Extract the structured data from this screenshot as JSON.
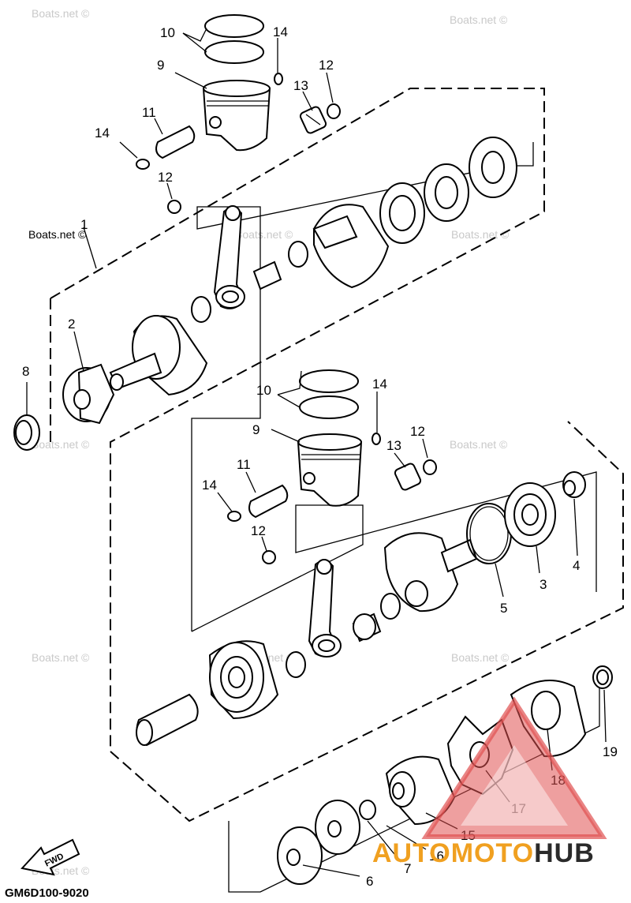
{
  "watermarks": [
    "Boats.net ©",
    "Boats.net ©",
    "Boats.net ©",
    "Boats.net ©",
    "Boats.net ©",
    "Boats.net ©",
    "Boats.net ©",
    "Boats.net ©",
    "Boats.net ©",
    "Boats.net ©"
  ],
  "callouts": {
    "top": {
      "n10": "10",
      "n14a": "14",
      "n9": "9",
      "n12a": "12",
      "n13": "13",
      "n11": "11",
      "n14b": "14",
      "n12b": "12",
      "n1": "1",
      "n2": "2",
      "n8": "8"
    },
    "middle": {
      "n10": "10",
      "n14a": "14",
      "n9": "9",
      "n12a": "12",
      "n13": "13",
      "n11": "11",
      "n14b": "14",
      "n12b": "12",
      "n4": "4",
      "n3": "3",
      "n5": "5"
    },
    "bottom": {
      "n19": "19",
      "n18": "18",
      "n17": "17",
      "n15": "15",
      "n16": "16",
      "n7": "7",
      "n6": "6"
    }
  },
  "fwd_label": "FWD",
  "diagram_code": "GM6D100-9020",
  "logo": {
    "part1": "AUTO",
    "part2": "MOTO",
    "part3": "HUB",
    "color_main": "#f0a020",
    "color_dark": "#2a2a2a",
    "triangle_color": "#e05050"
  }
}
